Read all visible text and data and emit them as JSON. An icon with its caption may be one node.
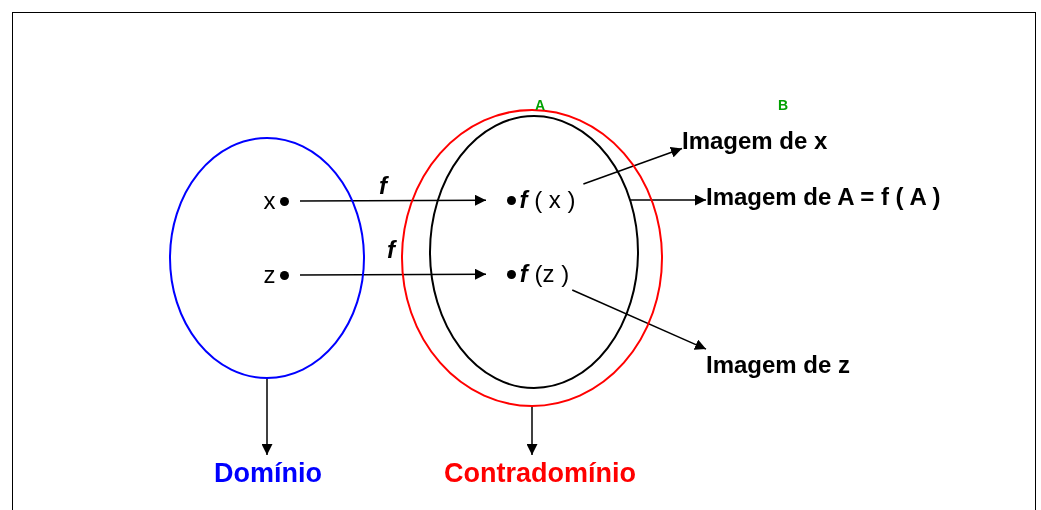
{
  "diagram": {
    "nodes": [
      {
        "text": [],
        "shape": "circle"
      },
      {
        "text": [
          "x"
        ],
        "in": 0
      },
      {
        "text": [
          "z"
        ],
        "in": 0
      },
      {
        "text": [],
        "shape": "circle"
      },
      {
        "text": [],
        "shape": "circle",
        "in": 3
      },
      {
        "text": [
          "*f* ( x )"
        ],
        "in": 4
      },
      {
        "text": [
          "*f* (z )"
        ],
        "in": 4
      },
      {
        "text": [
          "Imagem de x"
        ]
      },
      {
        "text": [
          "Imagem de A = f ( A )"
        ]
      },
      {
        "text": [
          "Imagem de z"
        ]
      },
      {
        "text": [
          "Domínio"
        ]
      },
      {
        "text": [
          "Contradomínio"
        ]
      }
    ],
    "edges": [
      {
        "from": 1,
        "to": 5,
        "arrow": "to",
        "label": "f"
      },
      {
        "from": 2,
        "to": 6,
        "arrow": "to",
        "label": "f"
      },
      {
        "from": 5,
        "to": 7,
        "arrow": "to"
      },
      {
        "from": 4,
        "to": 8,
        "arrow": "to"
      },
      {
        "from": 6,
        "to": 9,
        "arrow": "to"
      },
      {
        "from": 0,
        "to": 10,
        "arrow": "to"
      },
      {
        "from": 3,
        "to": 11,
        "arrow": "to"
      }
    ],
    "labels": [
      "A",
      "B"
    ]
  }
}
